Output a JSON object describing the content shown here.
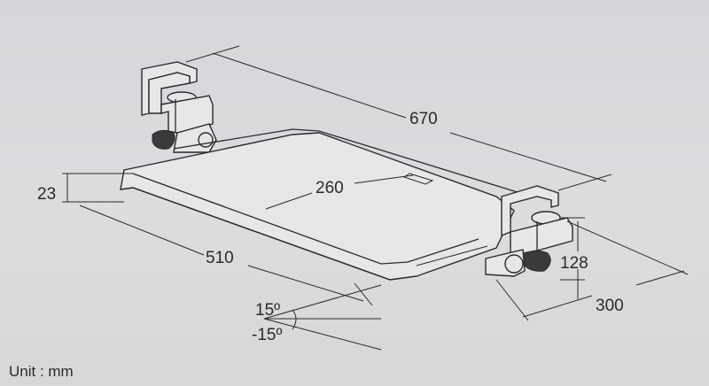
{
  "dimensions": {
    "width_top": "670",
    "depth_tray": "260",
    "thickness": "23",
    "width_tray": "510",
    "clamp_height": "128",
    "clamp_depth": "300",
    "tilt_up": "15º",
    "tilt_down": "-15º"
  },
  "unit_label": "Unit : mm"
}
